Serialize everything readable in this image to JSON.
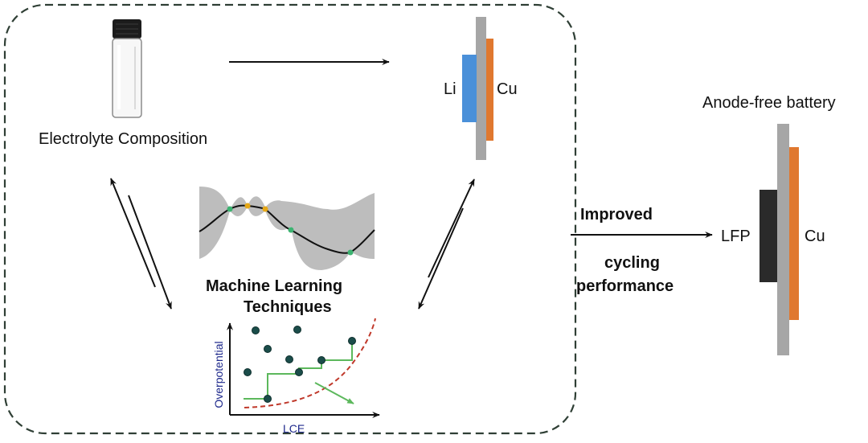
{
  "labels": {
    "electrolyte_composition": "Electrolyte Composition",
    "li": "Li",
    "cu_top": "Cu",
    "anode_free_battery": "Anode-free battery",
    "improved": "Improved",
    "cycling": "cycling",
    "performance": "performance",
    "lfp": "LFP",
    "cu_right": "Cu",
    "ml_line1": "Machine Learning",
    "ml_line2": "Techniques",
    "axis_x": "LCE",
    "axis_y": "Overpotential"
  },
  "colors": {
    "frame_dash": "#2f3f35",
    "lithium": "#4a90d9",
    "copper": "#e0782f",
    "collector": "#a6a6a6",
    "lfp": "#2a2a2a",
    "gp_band": "#bdbdbd",
    "points": "#1b4d4a",
    "pareto_line": "#5cb85c",
    "frontier": "#c0392b",
    "axis_label": "#1f2a8c"
  }
}
